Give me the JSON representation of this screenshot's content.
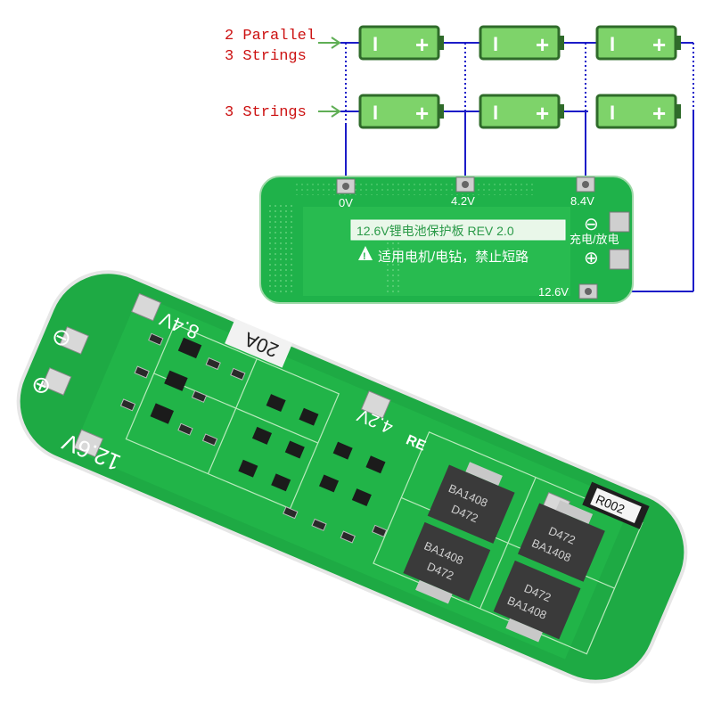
{
  "labels": {
    "parallel_line1": "2 Parallel",
    "parallel_line2": "3 Strings",
    "strings": "3 Strings"
  },
  "battery_signs": {
    "minus": "I",
    "plus": "+"
  },
  "board_top": {
    "pads": {
      "p0": "0V",
      "p1": "4.2V",
      "p2": "8.4V",
      "p3": "12.6V"
    },
    "title": "12.6V锂电池保护板 REV 2.0",
    "warning_symbol": "!",
    "warning": "适用电机/电钻，禁止短路",
    "charge_label": "充电/放电",
    "minus_symbol": "⊖",
    "plus_symbol": "⊕"
  },
  "board_photo": {
    "label_8v": "8.4V",
    "label_4v": "4.2V",
    "label_12v": "12.6V",
    "label_20a": "20A",
    "label_re": "RE",
    "resistor": "R002",
    "mosfet_code_a": "BA1408",
    "mosfet_code_b": "D472"
  },
  "colors": {
    "battery_fill": "#7ed36a",
    "battery_stroke": "#2f6b2a",
    "wire": "#1c1cc8",
    "pcb": "#1fb24a",
    "label_red": "#cc1111",
    "arrow_green": "#5fae55"
  }
}
